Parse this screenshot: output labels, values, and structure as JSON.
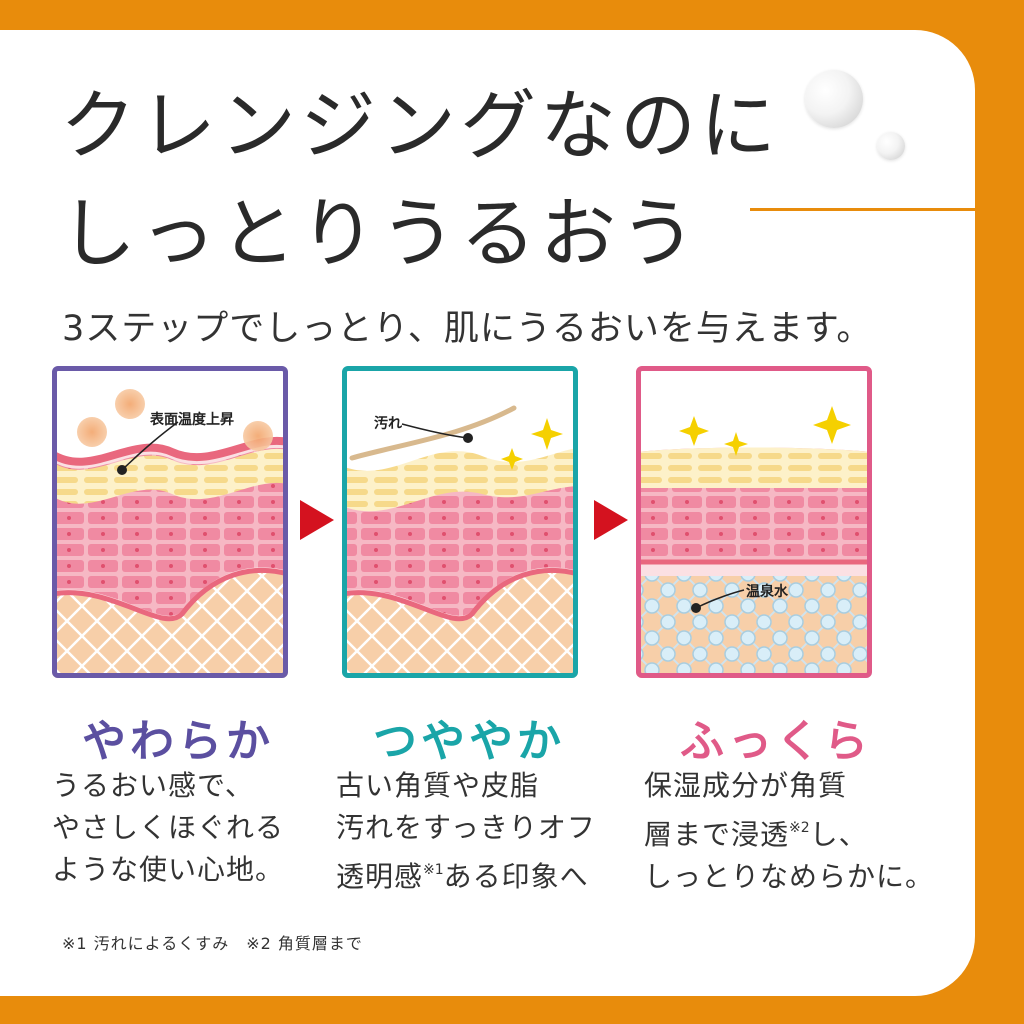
{
  "headline": {
    "line1": "クレンジングなのに",
    "line2": "しっとりうるおう"
  },
  "subheadline": "3ステップでしっとり、肌にうるおいを与えます。",
  "colors": {
    "background": "#e88c0c",
    "step1": "#5b4fa0",
    "step2": "#1aa5a8",
    "step3": "#e05a88",
    "arrow": "#d4121f"
  },
  "steps": [
    {
      "title": "やわらか",
      "illustration_label": "表面温度上昇",
      "lines": [
        "うるおい感で、",
        "やさしくほぐれる",
        "ような使い心地。"
      ]
    },
    {
      "title": "つややか",
      "illustration_label": "汚れ",
      "lines": [
        "古い角質や皮脂",
        "汚れをすっきりオフ",
        "透明感",
        "※1",
        "ある印象へ"
      ]
    },
    {
      "title": "ふっくら",
      "illustration_label": "温泉水",
      "lines": [
        "保湿成分が角質",
        "層まで浸透",
        "※2",
        "し、",
        "しっとりなめらかに。"
      ]
    }
  ],
  "footnote": "※1 汚れによるくすみ　※2 角質層まで"
}
